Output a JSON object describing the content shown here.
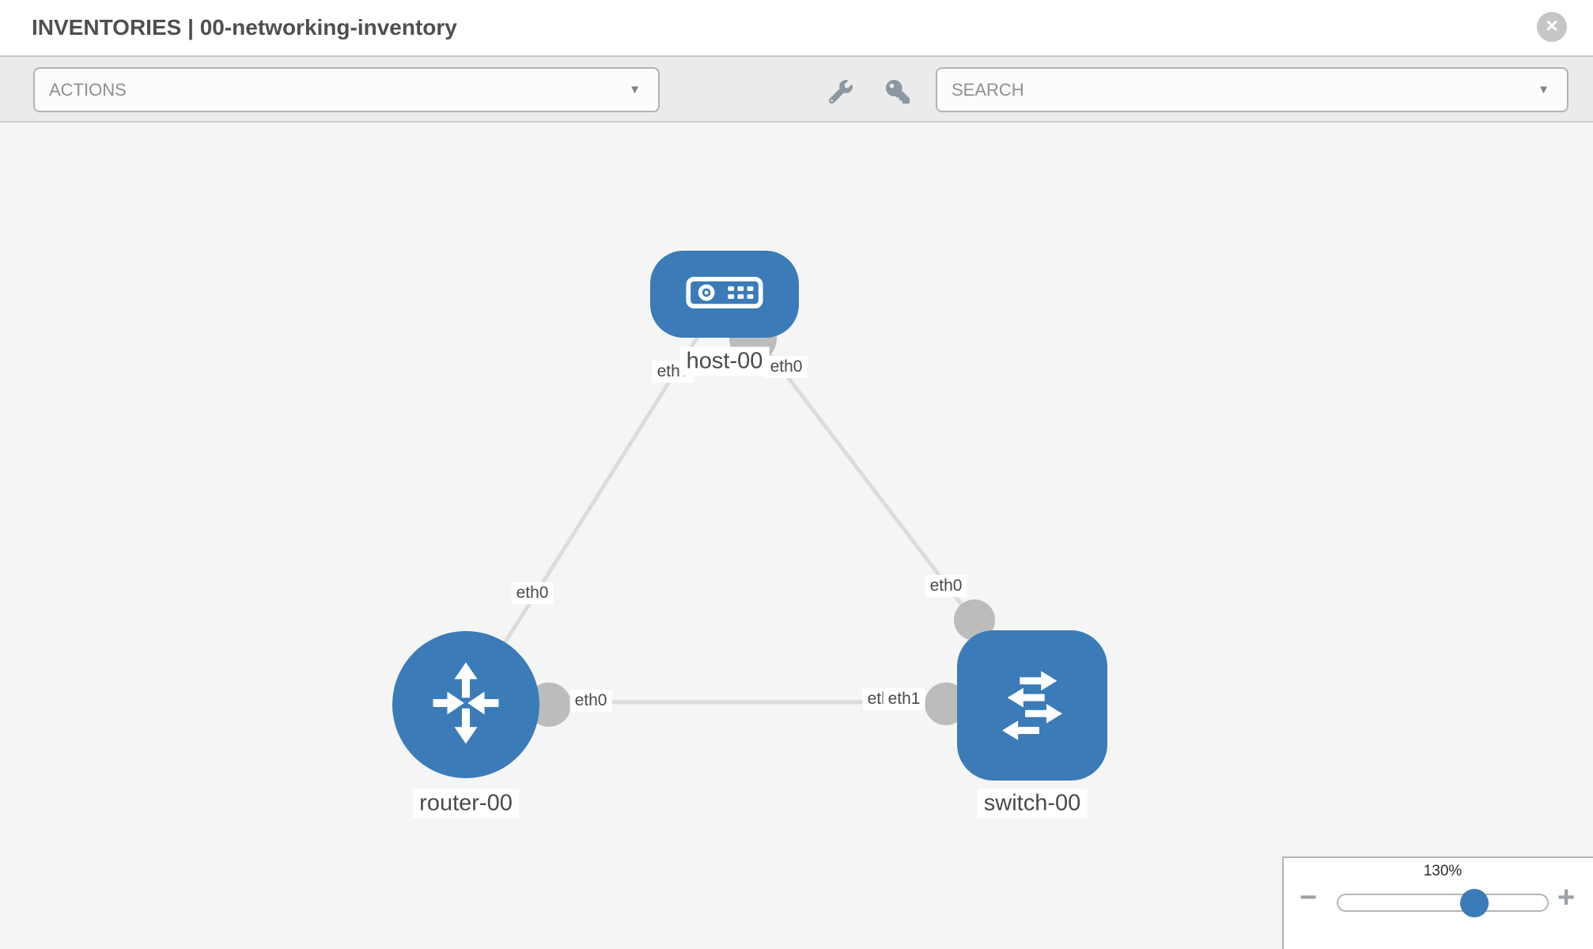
{
  "header": {
    "title": "INVENTORIES | 00-networking-inventory",
    "close_icon": "✕"
  },
  "toolbar": {
    "actions_label": "ACTIONS",
    "search_label": "SEARCH",
    "caret_icon": "▼",
    "icons": [
      "wrench-icon",
      "key-icon"
    ]
  },
  "topology": {
    "nodes": [
      {
        "id": "host-00",
        "type": "host",
        "label": "host-00"
      },
      {
        "id": "router-00",
        "type": "router",
        "label": "router-00"
      },
      {
        "id": "switch-00",
        "type": "switch",
        "label": "switch-00"
      }
    ],
    "links": [
      {
        "from": "host-00",
        "to": "router-00"
      },
      {
        "from": "host-00",
        "to": "switch-00"
      },
      {
        "from": "router-00",
        "to": "switch-00"
      }
    ],
    "interface_labels": [
      {
        "text": "eth0",
        "at": "host-left"
      },
      {
        "text": "eth0",
        "at": "host-right"
      },
      {
        "text": "eth0",
        "at": "link-host-router"
      },
      {
        "text": "eth0",
        "at": "link-host-switch"
      },
      {
        "text": "eth0",
        "at": "router-right"
      },
      {
        "text": "eth0",
        "at": "switch-left-back"
      },
      {
        "text": "eth1",
        "at": "switch-left-front"
      }
    ]
  },
  "zoom_control": {
    "level": "130%",
    "minus_label": "−",
    "plus_label": "+"
  },
  "colors": {
    "node_blue": "#3a7bb8",
    "link_gray": "#dcdcdc",
    "bubble_gray": "#bcbcbc",
    "canvas_bg": "#f5f5f5",
    "toolbar_bg": "#ebebeb"
  }
}
